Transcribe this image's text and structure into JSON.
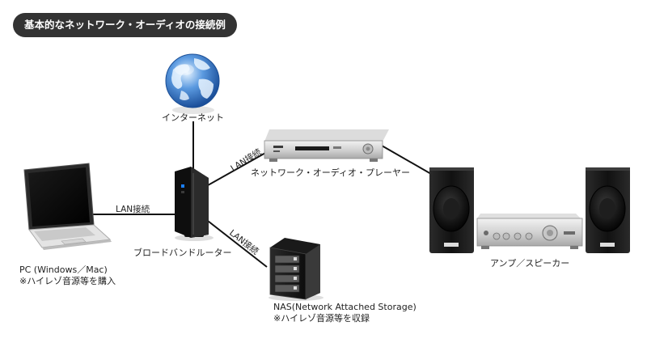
{
  "title": "基本的なネットワーク・オーディオの接続例",
  "nodes": {
    "internet": "インターネット",
    "router": "ブロードバンドルーター",
    "player": "ネットワーク・オーディオ・プレーヤー",
    "amp": "アンプ／スピーカー",
    "pc": {
      "name": "PC (Windows／Mac)",
      "note": "※ハイレゾ音源等を購入"
    },
    "nas": {
      "name": "NAS(Network Attached Storage)",
      "note": "※ハイレゾ音源等を収録"
    }
  },
  "links": {
    "pc_router": "LAN接続",
    "router_player": "LAN接続",
    "router_nas": "LAN接続"
  },
  "colors": {
    "title_bg": "#333333",
    "wire": "#111111",
    "globe": "#2f6fc0"
  }
}
